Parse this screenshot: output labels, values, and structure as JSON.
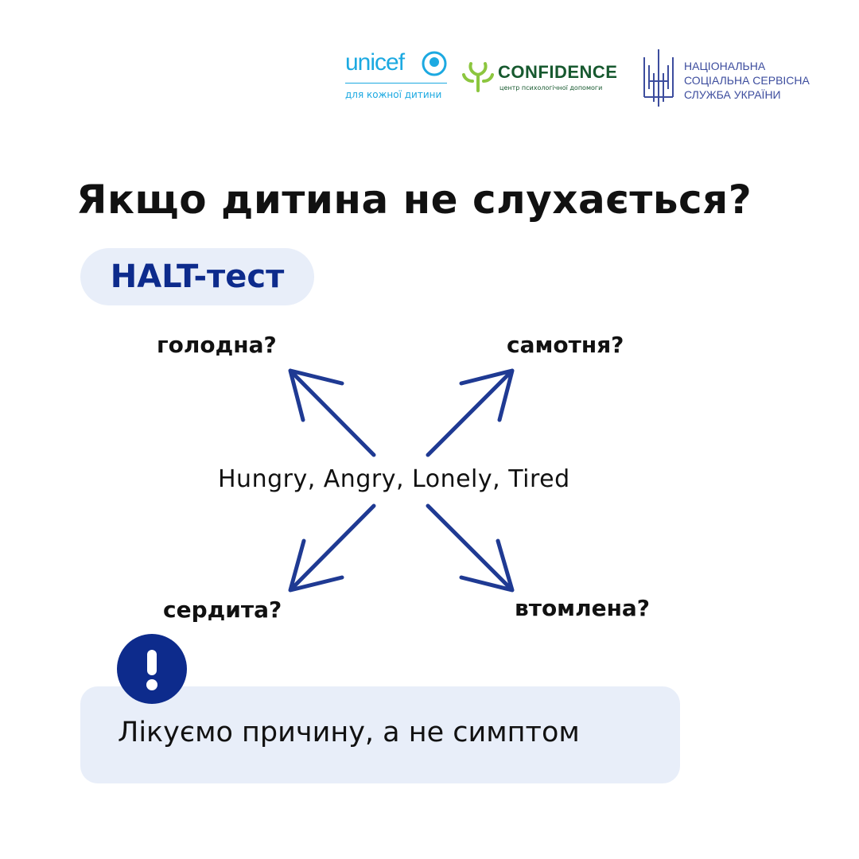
{
  "logos": {
    "unicef": {
      "name": "unicef",
      "tagline": "для кожної дитини"
    },
    "confidence": {
      "name": "CONFIDENCE",
      "tagline": "центр психологічної допомоги"
    },
    "nsss": {
      "lines": [
        "НАЦІОНАЛЬНА",
        "СОЦІАЛЬНА СЕРВІСНА",
        "СЛУЖБА УКРАЇНИ"
      ]
    }
  },
  "title": "Якщо дитина не слухається?",
  "badge": "HALT-тест",
  "diagram": {
    "center": "Hungry, Angry, Lonely, Tired",
    "top_left": "голодна?",
    "top_right": "самотня?",
    "bottom_left": "сердита?",
    "bottom_right": "втомлена?"
  },
  "note": {
    "text": "Лікуємо причину, а не симптом",
    "icon": "exclamation-icon"
  },
  "colors": {
    "accent": "#0d2b8c",
    "arrow": "#1f3a93",
    "panel": "#e8eef9"
  }
}
